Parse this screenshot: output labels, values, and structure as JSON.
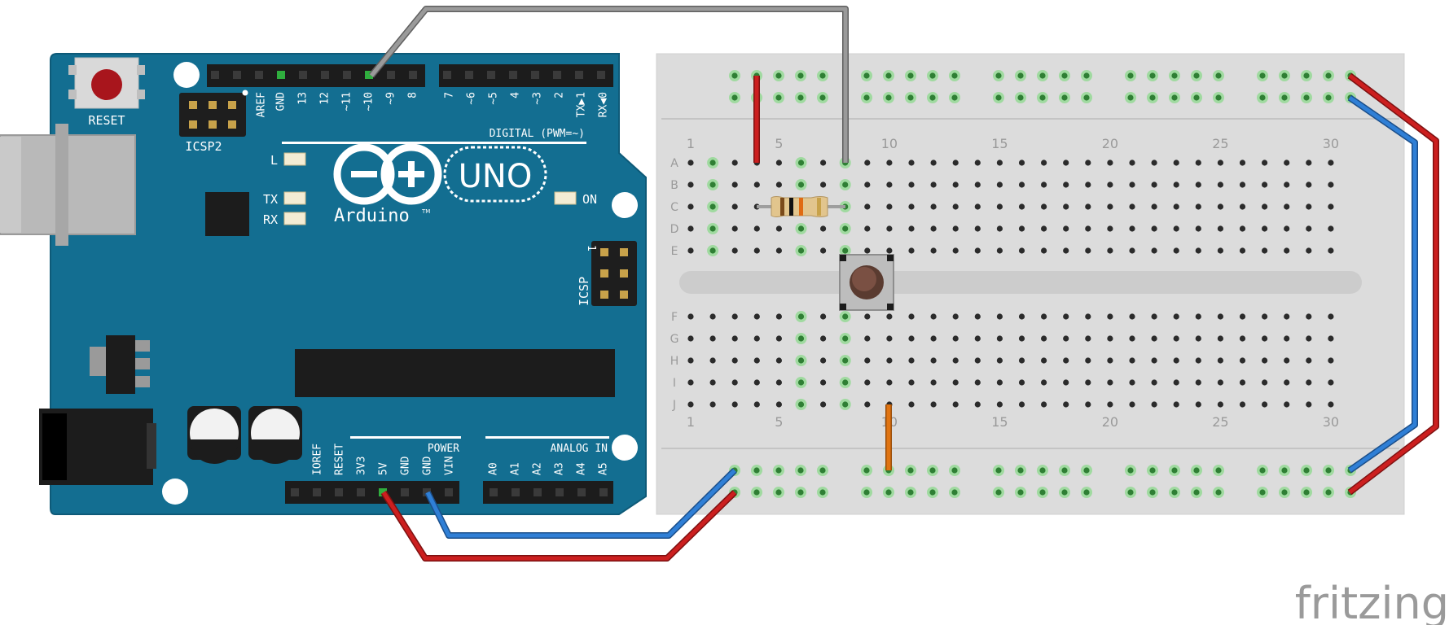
{
  "arduino": {
    "logo_text": "Arduino",
    "tm": "TM",
    "model": "UNO",
    "reset_label": "RESET",
    "icsp2_label": "ICSP2",
    "icsp_label": "ICSP",
    "icsp_pin1": "1",
    "led_l": "L",
    "led_tx": "TX",
    "led_rx": "RX",
    "led_on": "ON",
    "digital_header": "DIGITAL (PWM=~)",
    "digital_pins": [
      "AREF",
      "GND",
      "13",
      "12",
      "~11",
      "~10",
      "~9",
      "8",
      "7",
      "~6",
      "~5",
      "4",
      "~3",
      "2",
      "TX▶1",
      "RX◀0"
    ],
    "power_header": "POWER",
    "power_pins": [
      "IOREF",
      "RESET",
      "3V3",
      "5V",
      "GND",
      "GND",
      "VIN"
    ],
    "analog_header": "ANALOG IN",
    "analog_pins": [
      "A0",
      "A1",
      "A2",
      "A3",
      "A4",
      "A5"
    ]
  },
  "breadboard": {
    "row_letters_top": [
      "A",
      "B",
      "C",
      "D",
      "E"
    ],
    "row_letters_bottom": [
      "F",
      "G",
      "H",
      "I",
      "J"
    ],
    "column_numbers": [
      "1",
      "5",
      "10",
      "15",
      "20",
      "25",
      "30"
    ]
  },
  "wires": [
    {
      "name": "digital-10-to-button",
      "color": "#8a8a8a"
    },
    {
      "name": "5v-to-power-rail",
      "color": "#cc1f1f"
    },
    {
      "name": "gnd-to-ground-rail",
      "color": "#2f7fd6"
    },
    {
      "name": "resistor-to-rail",
      "color": "#cc1f1f"
    },
    {
      "name": "button-to-ground",
      "color": "#e07412"
    },
    {
      "name": "rail-bridge-red",
      "color": "#cc1f1f"
    },
    {
      "name": "rail-bridge-blue",
      "color": "#2f7fd6"
    }
  ],
  "colors": {
    "board": "#136e91",
    "board_edge": "#0e5a78",
    "breadboard": "#dcdcdc",
    "hole_active": "#6bd06b"
  },
  "watermark": "fritzing"
}
